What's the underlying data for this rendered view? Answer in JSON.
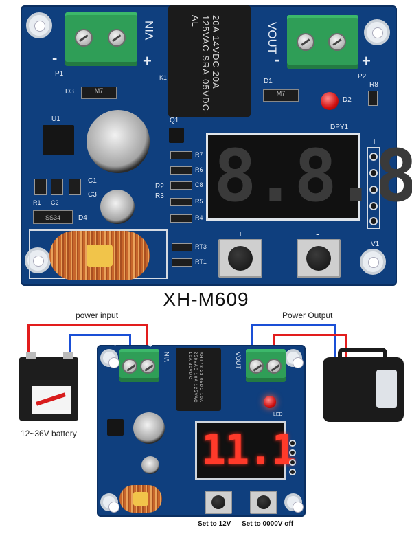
{
  "title": "XH-M609",
  "top_board": {
    "vin": "VIN",
    "vout": "VOUT",
    "minus": "-",
    "plus": "+",
    "relay_lines": [
      "20A 14VDC",
      "20A 125VAC",
      "SRA-05VDC-AL"
    ],
    "labels": {
      "p1": "P1",
      "p2": "P2",
      "d3": "D3",
      "d1": "D1",
      "d2": "D2",
      "r8": "R8",
      "u1": "U1",
      "q1": "Q1",
      "k1": "K1",
      "c1": "C1",
      "c3": "C3",
      "r1": "R1",
      "c2": "C2",
      "d4": "D4",
      "r2": "R2",
      "r3": "R3",
      "dpy1": "DPY1",
      "v1": "V1",
      "r7": "R7",
      "r6": "R6",
      "c8": "C8",
      "r5": "R5",
      "r4": "R4",
      "rt3": "RT3",
      "rt1": "RT1"
    },
    "diode_mark": "M7",
    "d4_mark": "SS34",
    "display_digits": "8.8.8"
  },
  "diagram": {
    "power_input": "power input",
    "power_output": "Power Output",
    "battery_label": "12~36V battery",
    "button_left": "Set to 12V",
    "button_right": "Set to 0000V off",
    "display_value": "11.1",
    "relay_lines": [
      "ХHT78-23",
      "05DC",
      "10A 250VAC",
      "10A 125VAC",
      "10A 30VDC"
    ],
    "vin": "VIN",
    "vout": "VOUT",
    "minus": "-",
    "plus": "+",
    "led": "LED"
  },
  "colors": {
    "pcb": "#0f3f7e",
    "terminal": "#2f9e57",
    "wire_positive": "#e21d1d",
    "wire_negative": "#1a4fd6",
    "display_red": "#ff3a2a"
  }
}
